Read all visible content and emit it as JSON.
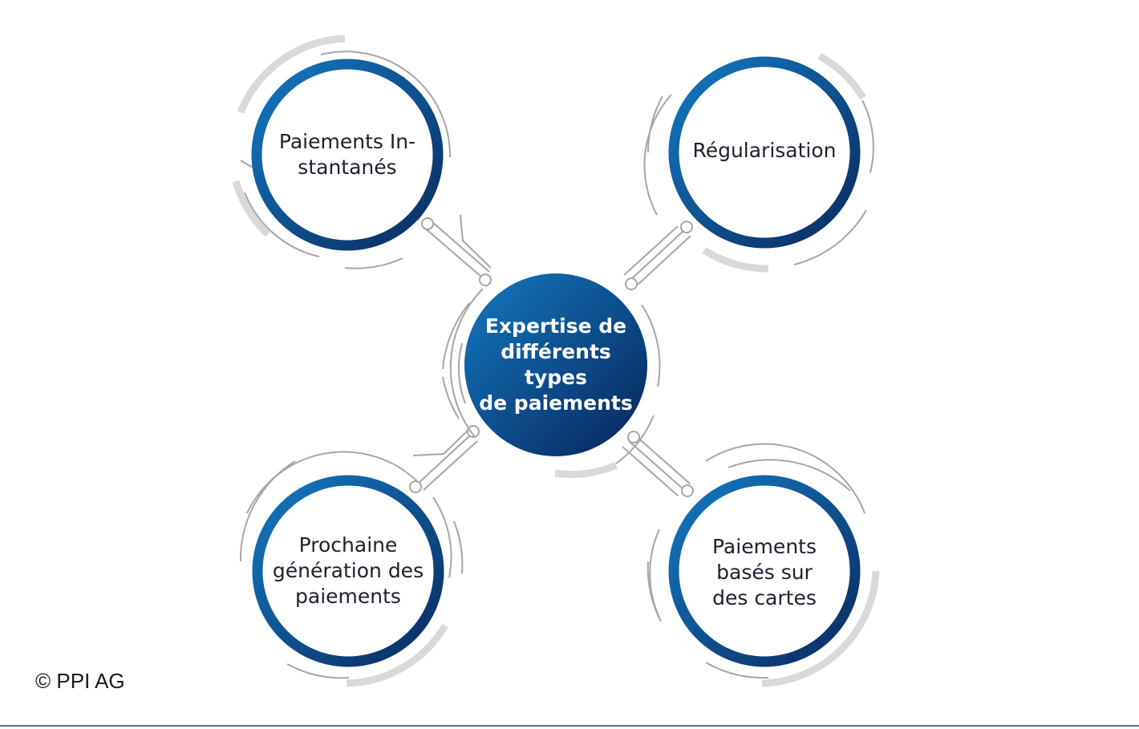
{
  "center": {
    "label": "Expertise de\ndifférents types\nde paiements"
  },
  "nodes": [
    {
      "id": "instant",
      "label": "Paiements In-\nstantanés"
    },
    {
      "id": "regularisation",
      "label": "Régularisation"
    },
    {
      "id": "next-gen",
      "label": "Prochaine\ngénération des\npaiements"
    },
    {
      "id": "cards",
      "label": "Paiements\nbasés sur\ndes cartes"
    }
  ],
  "footer": {
    "copyright": "© PPI AG"
  },
  "colors": {
    "blue_light": "#1479c1",
    "blue_dark": "#0a2a5f",
    "ring_gray": "#a6a6a6",
    "arc_light_gray": "#d9d9d9",
    "rule_blue": "#2c7fc2"
  }
}
